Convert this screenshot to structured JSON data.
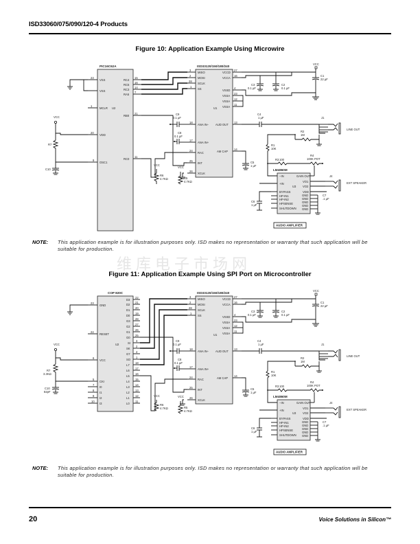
{
  "header": {
    "title": "ISD33060/075/090/120-4 Products"
  },
  "figure10": {
    "caption": "Figure 10:  Application Example Using Microwire",
    "mcu": {
      "name": "PIC16C62A",
      "ref": "U2",
      "left_pins": [
        {
          "num": "23",
          "label": "VSS"
        },
        {
          "num": "",
          "label": "VSS"
        },
        {
          "num": "1",
          "label": "MCLR"
        },
        {
          "num": "20",
          "label": "VDD"
        },
        {
          "num": "9",
          "label": "OSC1"
        }
      ],
      "right_pins": [
        {
          "num": "15",
          "label": "RC4"
        },
        {
          "num": "16",
          "label": "RC5"
        },
        {
          "num": "14",
          "label": "RC3"
        },
        {
          "num": "7",
          "label": "RA5"
        },
        {
          "num": "21",
          "label": "RB0"
        },
        {
          "num": "11",
          "label": "RC0"
        }
      ]
    },
    "left_parts": {
      "vcc": "VCC",
      "r7": "R7",
      "c10": "C10"
    },
    "pullups": [
      {
        "vcc": "VCC",
        "ref": "R6",
        "value": "4.7KΩ"
      },
      {
        "vcc": "VCC",
        "ref": "R5",
        "value": "4.7KΩ"
      }
    ]
  },
  "figure11": {
    "caption": "Figure 11:  Application Example Using SPI Port on Microcontroller",
    "mcu": {
      "name": "COP 820C",
      "ref": "U2",
      "left_pins": [
        {
          "num": "23",
          "label": "GND"
        },
        {
          "num": "24",
          "label": "RESET"
        },
        {
          "num": "6",
          "label": "VCC"
        },
        {
          "num": "5",
          "label": "CKI"
        },
        {
          "num": "7",
          "label": "I0"
        },
        {
          "num": "8",
          "label": "I1"
        },
        {
          "num": "9",
          "label": "I2"
        },
        {
          "num": "10",
          "label": "I3"
        }
      ],
      "right_pins": [
        {
          "num": "22",
          "label": "D3"
        },
        {
          "num": "21",
          "label": "D2"
        },
        {
          "num": "20",
          "label": "D1"
        },
        {
          "num": "19",
          "label": "D0"
        },
        {
          "num": "28",
          "label": "G3"
        },
        {
          "num": "27",
          "label": "G2"
        },
        {
          "num": "26",
          "label": "G1"
        },
        {
          "num": "25",
          "label": "G0"
        },
        {
          "num": "3",
          "label": "SI"
        },
        {
          "num": "2",
          "label": "SK"
        },
        {
          "num": "4",
          "label": "G7"
        },
        {
          "num": "1",
          "label": "SO"
        },
        {
          "num": "18",
          "label": "L7"
        },
        {
          "num": "17",
          "label": "L6"
        },
        {
          "num": "16",
          "label": "L5"
        },
        {
          "num": "15",
          "label": "L4"
        },
        {
          "num": "14",
          "label": "L3"
        },
        {
          "num": "13",
          "label": "L2"
        },
        {
          "num": "12",
          "label": "L1"
        },
        {
          "num": "11",
          "label": "L0"
        }
      ]
    },
    "left_parts": {
      "vcc": "VCC",
      "r7": "R7",
      "r7_value": "3.3KΩ",
      "c10": "C10",
      "c10_value": "82pF"
    },
    "pullups": [
      {
        "vcc": "VCC",
        "ref": "R6",
        "value": "4.7KΩ"
      },
      {
        "vcc": "VCC",
        "ref": "R5",
        "value": "4.7KΩ"
      }
    ]
  },
  "isd_chip": {
    "name": "ISD33120/150/180/240",
    "ref": "U1",
    "left_pins": [
      {
        "num": "3",
        "label": "MISO"
      },
      {
        "num": "2",
        "label": "MOSI"
      },
      {
        "num": "28",
        "label": "SCLK"
      },
      {
        "num": "1",
        "label": "SS"
      },
      {
        "num": "18",
        "label": "ANA IN−"
      },
      {
        "num": "17",
        "label": "ANA IN+"
      },
      {
        "num": "24",
        "label": "RAC"
      },
      {
        "num": "25",
        "label": "INT"
      },
      {
        "num": "26",
        "label": "XCLK"
      }
    ],
    "right_pins": [
      {
        "num": "27",
        "label": "VCCD"
      },
      {
        "num": "16",
        "label": "VCCA"
      },
      {
        "num": "4",
        "label": "VSSD"
      },
      {
        "num": "23",
        "label": "VSSA"
      },
      {
        "num": "12",
        "label": "VSSA"
      },
      {
        "num": "11",
        "label": "VSSA"
      },
      {
        "num": "13",
        "label": "AUD OUT"
      },
      {
        "num": "14",
        "label": "AM CAP"
      }
    ]
  },
  "caps": {
    "c1": "C1",
    "c1_value": "22 µF",
    "c2": "C2",
    "c2_value": "0.1 µF",
    "c3": "C3",
    "c3_value": "0.1 µF",
    "c4": "C4",
    "c4_value": "1 µF",
    "c5": "C5",
    "c5_value": "1 µF",
    "c6": "C6",
    "c6_value": "1 µF",
    "c7": "C7",
    "c7_value": ".1 µF",
    "c8": "C8",
    "c8_value": "0.1 µF",
    "c9": "C9",
    "c9_value": "0.1 µF",
    "vcc": "VCC"
  },
  "amp": {
    "name": "LM4860M",
    "ref": "U3",
    "box_label": "AUDIO AMPLIFIER",
    "left_pins": [
      {
        "num": "13",
        "label": "−IN"
      },
      {
        "num": "14",
        "label": "+IN"
      },
      {
        "num": "5",
        "label": "BYPASS"
      },
      {
        "num": "6",
        "label": "HP-IN1"
      },
      {
        "num": "7",
        "label": "HP-IN2"
      },
      {
        "num": "8",
        "label": "HPSENSE"
      },
      {
        "num": "9",
        "label": "SHUTDOWN"
      }
    ],
    "right_pins": [
      {
        "num": "11",
        "label": "GAIN OUT"
      },
      {
        "num": "10",
        "label": "VO1"
      },
      {
        "num": "15",
        "label": "VO2"
      },
      {
        "num": "12",
        "label": "VDD"
      },
      {
        "num": "1",
        "label": "GND"
      },
      {
        "num": "2",
        "label": "GND"
      },
      {
        "num": "3",
        "label": "GND"
      },
      {
        "num": "4",
        "label": "GND"
      },
      {
        "num": "16",
        "label": "GND"
      }
    ],
    "r1": "R1",
    "r1_value": "10K",
    "r2": "R2",
    "r2_value": "1M",
    "r3": "R3",
    "r3_value": "100",
    "r4": "R4",
    "r4_value": "100K POT",
    "j1": "J1",
    "j1_label": "LINE OUT",
    "j4": "J4",
    "j4_label": "EXT SPEAKER"
  },
  "notes": {
    "label": "NOTE:",
    "text": "This application example is for illustration purposes only. ISD makes no representation or warranty that such application will be suitable for production."
  },
  "watermark": "维库电子市场网",
  "footer": {
    "page_number": "20",
    "tagline": "Voice Solutions in Silicon™"
  }
}
